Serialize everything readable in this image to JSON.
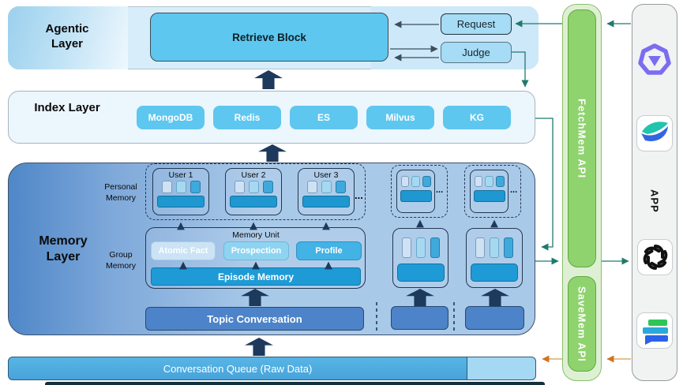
{
  "agentic_layer": {
    "title": "Agentic Layer",
    "retrieve_block": "Retrieve Block",
    "request": "Request",
    "judge": "Judge"
  },
  "index_layer": {
    "title": "Index Layer",
    "stores": [
      "MongoDB",
      "Redis",
      "ES",
      "Milvus",
      "KG"
    ]
  },
  "memory_layer": {
    "title": "Memory Layer",
    "personal_label": "Personal Memory",
    "group_label": "Group Memory",
    "users": [
      "User 1",
      "User 2",
      "User 3"
    ],
    "ellipsis": "...",
    "memory_unit": {
      "title": "Memory Unit",
      "atomic_fact": "Atomic Fact",
      "prospection": "Prospection",
      "profile": "Profile",
      "episode_memory": "Episode Memory"
    },
    "topic_conversation": "Topic Conversation"
  },
  "conversation_queue": {
    "label": "Conversation Queue (Raw Data)"
  },
  "api_panel": {
    "fetch_label": "FetchMem API",
    "save_label": "SaveMem API"
  },
  "app_panel": {
    "label": "APP",
    "icons": [
      "qwen-icon",
      "lark-icon",
      "openai-icon",
      "docs-icon"
    ]
  },
  "colors": {
    "accent_blue": "#5ec7ef",
    "deep_cyan": "#1e9bd6",
    "mid_blue": "#4d83c8",
    "api_green": "#8fd36f",
    "arrow_teal": "#1f7a6d",
    "arrow_orange": "#d08b3e",
    "arrow_navy": "#1d3a5c"
  }
}
